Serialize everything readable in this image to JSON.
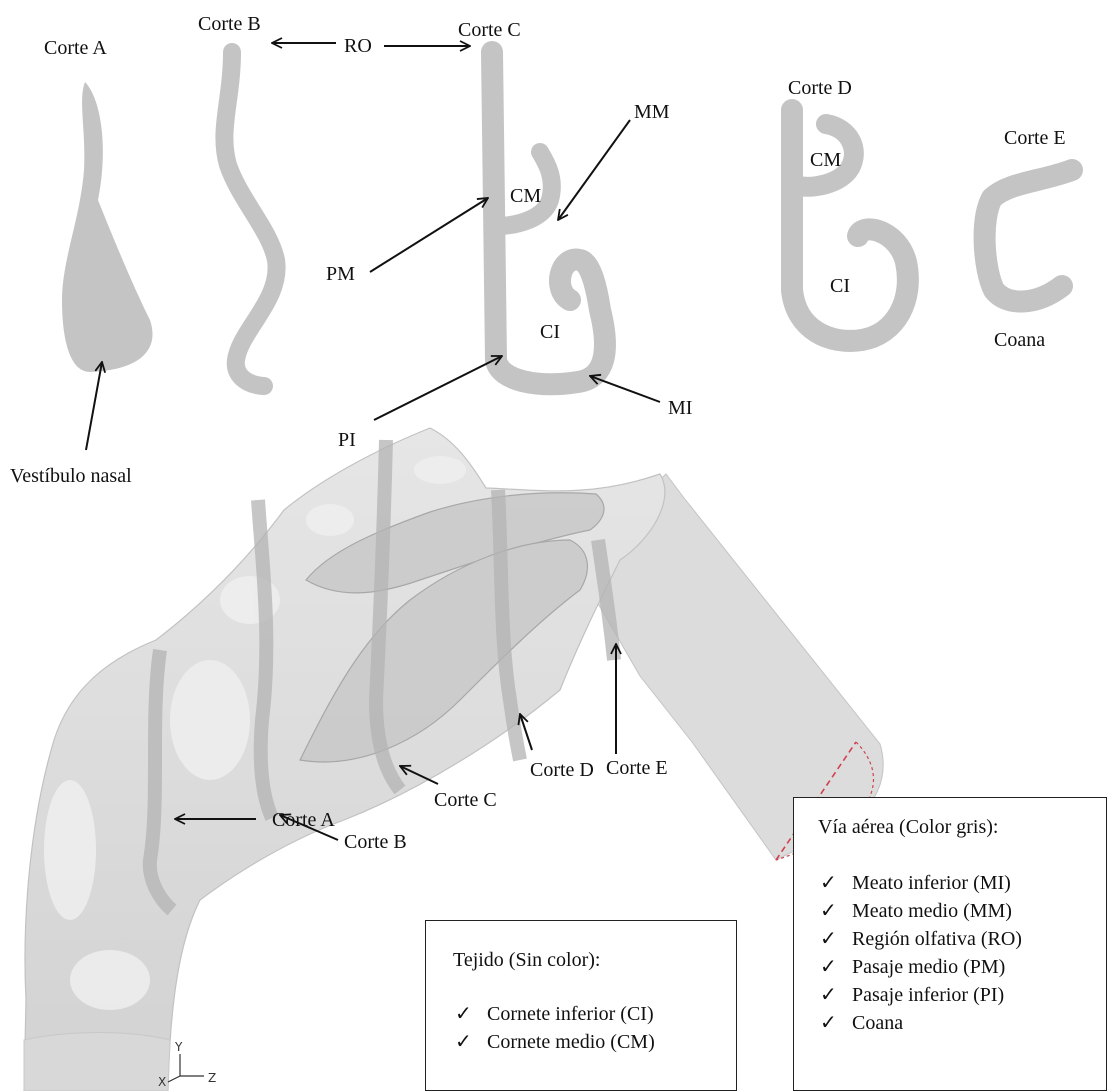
{
  "cross_sections": {
    "a": {
      "title": "Corte A",
      "labels": [
        "Vestíbulo nasal"
      ]
    },
    "b": {
      "title": "Corte B"
    },
    "c": {
      "title": "Corte C",
      "labels": [
        "RO",
        "MM",
        "CM",
        "PM",
        "CI",
        "PI",
        "MI"
      ]
    },
    "d": {
      "title": "Corte D",
      "labels": [
        "CM",
        "CI"
      ]
    },
    "e": {
      "title": "Corte E",
      "labels": [
        "Coana"
      ]
    }
  },
  "model_markers": [
    "Corte A",
    "Corte B",
    "Corte C",
    "Corte D",
    "Corte E"
  ],
  "axes": {
    "y": "Y",
    "x": "X",
    "z": "Z"
  },
  "legend_tissue": {
    "title": "Tejido (Sin color):",
    "items": [
      "Cornete inferior (CI)",
      "Cornete medio (CM)"
    ]
  },
  "legend_airway": {
    "title": "Vía aérea (Color gris):",
    "items": [
      "Meato inferior (MI)",
      "Meato medio (MM)",
      "Región olfativa (RO)",
      "Pasaje medio (PM)",
      "Pasaje inferior (PI)",
      "Coana"
    ]
  },
  "check_glyph": "✓",
  "colors": {
    "section_fill": "#c4c4c4",
    "model_fill": "#dcdcdc",
    "band": "#b8b8b8",
    "outlet_dash": "#d0404e"
  }
}
